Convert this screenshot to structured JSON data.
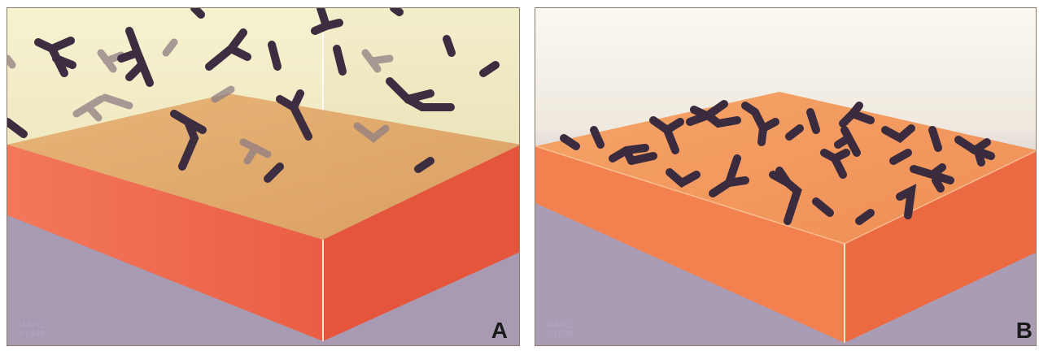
{
  "panels": [
    {
      "id": "A",
      "label": "A",
      "watermark": [
        "MAYO",
        "©1998"
      ]
    },
    {
      "id": "B",
      "label": "B",
      "watermark": [
        "MAYO",
        "©1998"
      ]
    }
  ],
  "colors": {
    "background_floor": "#a59ab3",
    "slab_front_left": "#ef6b48",
    "slab_front_right": "#e8583e",
    "slab_top_a": "#e0a565",
    "slab_top_b": "#f29860",
    "liquid_box": "#f2efc9",
    "bacteria_dark": "#3a2c3e",
    "bacteria_faded": "#8e7c80"
  }
}
